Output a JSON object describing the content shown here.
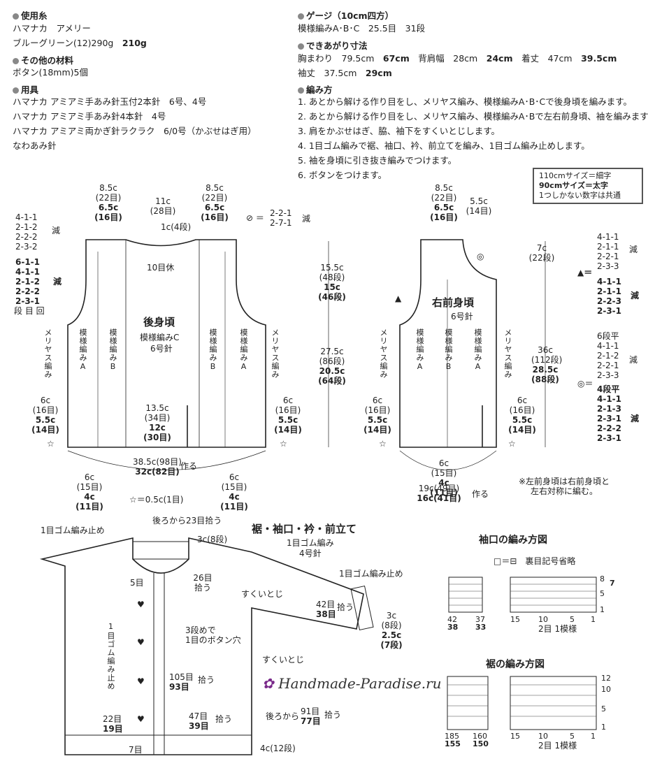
{
  "info_left": {
    "yarn_heading": "使用糸",
    "yarn_line1": "ハマナカ　アメリー",
    "yarn_line2": "ブルーグリーン(12)290g",
    "yarn_line2_bold": "210g",
    "other_heading": "その他の材料",
    "other_line1": "ボタン(18mm)5個",
    "tools_heading": "用具",
    "tools_line1": "ハマナカ アミアミ手あみ針玉付2本針　6号、4号",
    "tools_line2": "ハマナカ アミアミ手あみ針4本針　4号",
    "tools_line3": "ハマナカ アミアミ両かぎ針ラクラク　6/0号（かぶせはぎ用）",
    "tools_line4": "なわあみ針"
  },
  "info_right": {
    "gauge_heading": "ゲージ（10cm四方）",
    "gauge_line": "模様編みA･B･C　25.5目　31段",
    "size_heading": "できあがり寸法",
    "size_line1_a": "胸まわり　79.5cm",
    "size_line1_b": "67cm",
    "size_line1_c": "背肩幅　28cm",
    "size_line1_d": "24cm",
    "size_line1_e": "着丈　47cm",
    "size_line1_f": "39.5cm",
    "size_line2_a": "袖丈　37.5cm",
    "size_line2_b": "29cm",
    "method_heading": "編み方",
    "steps": [
      "1. あとから解ける作り目をし、メリヤス編み、模様編みA･B･Cで後身頃を編みます。",
      "2. あとから解ける作り目をし、メリヤス編み、模様編みA･Bで左右前身頃、袖を編みます。",
      "3. 肩をかぶせはぎ、脇、袖下をすくいとじします。",
      "4. 1目ゴム編みで裾、袖口、衿、前立てを編み、1目ゴム編み止めします。",
      "5. 袖を身頃に引き抜き編みでつけます。",
      "6. ボタンをつけます。"
    ]
  },
  "legend": {
    "line1": "110cmサイズ＝細字",
    "line2": "90cmサイズ＝太字",
    "line3": "1つしかない数字は共通"
  },
  "back": {
    "title": "後身頃",
    "pattern": "模様編みC",
    "needle": "6号針",
    "shoulder_a": "8.5c",
    "shoulder_b": "(22目)",
    "shoulder_c": "6.5c",
    "shoulder_d": "(16目)",
    "neck_a": "11c",
    "neck_b": "(28目)",
    "neck_depth": "1c(4段)",
    "neck_rest": "10目休",
    "neck_dec_sym": "⊘ ＝",
    "neck_dec_1": "2-2-1",
    "neck_dec_2": "2-7-1",
    "dec_label": "減",
    "arm_dec_thin": [
      "4-1-1",
      "2-1-2",
      "2-2-2",
      "2-3-2"
    ],
    "arm_dec_bold": [
      "6-1-1",
      "4-1-1",
      "2-1-2",
      "2-2-2",
      "2-3-1"
    ],
    "arm_row_label": "段 目 回",
    "stockinette": "メリヤス編み",
    "patA": "模様編みA",
    "patB": "模様編みB",
    "side_a": "6c",
    "side_b": "(16目)",
    "side_c": "5.5c",
    "side_d": "(14目)",
    "center_a": "13.5c",
    "center_b": "(34目)",
    "center_c": "12c",
    "center_d": "(30目)",
    "bottom_a": "38.5c(98目)",
    "bottom_b": "32c(82目)",
    "make": "作る",
    "corner_a": "6c",
    "corner_b": "(15目)",
    "corner_c": "4c",
    "corner_d": "(11目)",
    "star_note": "☆＝0.5c(1目)",
    "star": "☆",
    "h1_a": "15.5c",
    "h1_b": "(48段)",
    "h1_c": "15c",
    "h1_d": "(46段)",
    "h2_a": "27.5c",
    "h2_b": "(86段)",
    "h2_c": "20.5c",
    "h2_d": "(64段)"
  },
  "front": {
    "title": "右前身頃",
    "needle": "6号針",
    "sh_a": "8.5c",
    "sh_b": "(22目)",
    "sh_c": "6.5c",
    "sh_d": "(16目)",
    "neck_a": "5.5c",
    "neck_b": "(14目)",
    "neck_h_a": "7c",
    "neck_h_b": "(22段)",
    "tot_a": "36c",
    "tot_b": "(112段)",
    "tot_c": "28.5c",
    "tot_d": "(88段)",
    "tri_label": "▲＝",
    "tri_thin": [
      "4-1-1",
      "2-1-1",
      "2-2-1",
      "2-3-3"
    ],
    "tri_bold": [
      "4-1-1",
      "2-1-1",
      "2-2-3",
      "2-3-1"
    ],
    "flat_thin": "6段平",
    "circ_thin": [
      "4-1-1",
      "2-1-2",
      "2-2-1",
      "2-3-3"
    ],
    "circ_label": "◎＝",
    "flat_bold": "4段平",
    "circ_bold": [
      "4-1-1",
      "2-1-3",
      "2-3-1",
      "2-2-2",
      "2-3-1"
    ],
    "dec": "減",
    "b_a": "6c",
    "b_b": "(15目)",
    "b_c": "4c",
    "b_d": "(11目)",
    "bt_a": "19c(49目)",
    "bt_b": "16c(41目)",
    "make": "作る",
    "note1": "※左前身頃は右前身頃と",
    "note2": "左右対称に編む。"
  },
  "finish": {
    "title": "裾・袖口・衿・前立て",
    "sub1": "1目ゴム編み",
    "sub2": "4号針",
    "bind_off": "1目ゴム編み止め",
    "from_back_23": "後ろから23目拾う",
    "collar_h": "3c(8段)",
    "pick26_a": "26目",
    "pick26_b": "拾う",
    "five": "5目",
    "sukui": "すくいとじ",
    "btn_a": "3段めで",
    "btn_b": "1目のボタン穴",
    "band_vert": "1目ゴム編み止め",
    "pick105_a": "105目",
    "pick105_b": "93目",
    "pick105_c": "拾う",
    "r22_a": "22目",
    "r22_b": "19目",
    "r47_a": "47目",
    "r47_b": "39目",
    "r47_c": "拾う",
    "back91_a": "後ろから",
    "back91_b": "91目",
    "back91_c": "77目",
    "back91_d": "拾う",
    "seven": "7目",
    "hem_h": "4c(12段)",
    "cuff_bind": "1目ゴム編み止め",
    "cuff42_a": "42目",
    "cuff42_b": "38目",
    "cuff42_c": "拾う",
    "cuff_h_a": "3c",
    "cuff_h_b": "(8段)",
    "cuff_h_c": "2.5c",
    "cuff_h_d": "(7段)"
  },
  "cuff_chart": {
    "title": "袖口の編み方図",
    "key": "□＝⊟　裏目記号省略",
    "rows": [
      "8",
      "7",
      "5",
      "1"
    ],
    "bottom": [
      "42",
      "37",
      "15",
      "10",
      "5",
      "1"
    ],
    "bottom_bold": [
      "38",
      "33"
    ],
    "repeat": "2目 1模様"
  },
  "hem_chart": {
    "title": "裾の編み方図",
    "rows": [
      "12",
      "10",
      "5",
      "1"
    ],
    "bottom": [
      "185",
      "160",
      "15",
      "10",
      "5",
      "1"
    ],
    "bottom_bold": [
      "155",
      "150"
    ],
    "repeat": "2目 1模様"
  },
  "watermark": "Handmade-Paradise.ru"
}
